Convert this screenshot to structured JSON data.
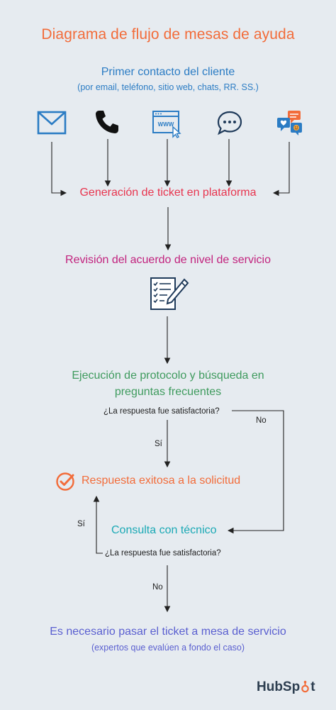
{
  "title": "Diagrama de flujo de mesas de ayuda",
  "header": {
    "line1": "Primer contacto del cliente",
    "line2": "(por email, teléfono, sitio web, chats, RR. SS.)"
  },
  "channels": [
    "email-icon",
    "phone-icon",
    "website-icon",
    "chat-icon",
    "social-media-icon"
  ],
  "steps": {
    "ticket": "Generación de ticket en plataforma",
    "sla": "Revisión del acuerdo de nivel de servicio",
    "protocol_line1": "Ejecución de protocolo y búsqueda en",
    "protocol_line2": "preguntas frecuentes",
    "question1": "¿La respuesta fue satisfactoria?",
    "no1": "No",
    "yes1": "Sí",
    "success": "Respuesta exitosa a la solicitud",
    "technician": "Consulta con técnico",
    "yes2": "Sí",
    "question2": "¿La respuesta fue satisfactoria?",
    "no2": "No",
    "escalate_line1": "Es necesario pasar el ticket a mesa de servicio",
    "escalate_line2": "(expertos que evalúen a fondo el caso)"
  },
  "brand": {
    "text_before": "HubSp",
    "text_after": "t"
  },
  "colors": {
    "title": "#f26c3a",
    "header": "#2b7cc4",
    "ticket": "#e8344e",
    "sla": "#c2237e",
    "protocol": "#3f9b5e",
    "success": "#f26c3a",
    "technician": "#1ba9b5",
    "escalate": "#5a5fd0",
    "icon_blue": "#2b7cc4"
  }
}
